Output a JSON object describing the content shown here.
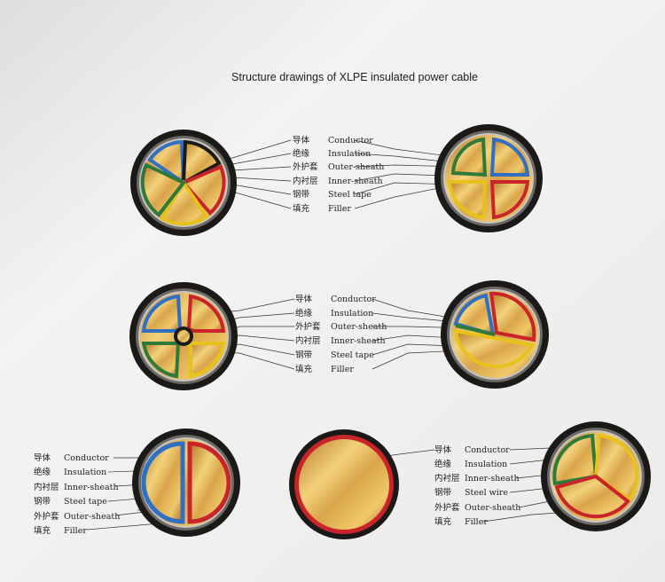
{
  "title": "Structure drawings of XLPE insulated power cable",
  "legend_sets": [
    {
      "rows": [
        [
          "导体",
          "Conductor"
        ],
        [
          "绝缘",
          "Insulation"
        ],
        [
          "外护套",
          "Outer-sheath"
        ],
        [
          "内衬层",
          "Inner-sheath"
        ],
        [
          "钢带",
          "Steel tape"
        ],
        [
          "填充",
          "Filler"
        ]
      ]
    },
    {
      "rows": [
        [
          "导体",
          "Conductor"
        ],
        [
          "绝缘",
          "Insulation"
        ],
        [
          "外护套",
          "Outer-sheath"
        ],
        [
          "内衬层",
          "Inner-sheath"
        ],
        [
          "钢带",
          "Steel tape"
        ],
        [
          "填充",
          "Filler"
        ]
      ]
    },
    {
      "rows": [
        [
          "导体",
          "Conductor"
        ],
        [
          "绝缘",
          "Insulation"
        ],
        [
          "内衬层",
          "Inner-sheath"
        ],
        [
          "钢带",
          "Steel tape"
        ],
        [
          "外护套",
          "Outer-sheath"
        ],
        [
          "填充",
          "Filler"
        ]
      ]
    },
    {
      "rows": [
        [
          "导体",
          "Conductor"
        ],
        [
          "绝缘",
          "Insulation"
        ],
        [
          "内衬层",
          "Inner-sheath"
        ],
        [
          "钢带",
          "Steel wire"
        ],
        [
          "外护套",
          "Outer-sheath"
        ],
        [
          "填充",
          "Filler"
        ]
      ]
    }
  ],
  "colors": {
    "blue": "#2f6fc4",
    "red": "#c8242a",
    "yellow": "#e6c21a",
    "green": "#2f7a3a",
    "sheath": "#1c1a18",
    "copper": "#d9a44a"
  }
}
